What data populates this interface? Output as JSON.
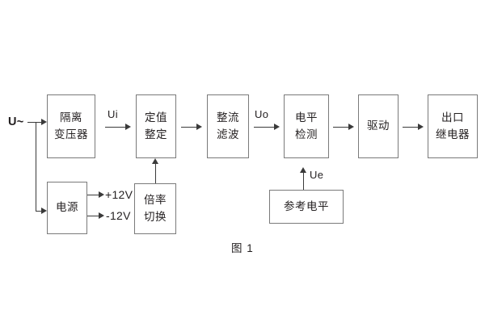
{
  "figure": {
    "caption": "图 1",
    "input_label": "U~",
    "colors": {
      "box_border": "#7a7a7a",
      "line": "#3a3a3a",
      "text": "#231f20",
      "background": "#ffffff"
    }
  },
  "blocks": [
    {
      "id": "isolation-transformer",
      "lines": [
        "隔离",
        "变压器"
      ]
    },
    {
      "id": "setting-value",
      "lines": [
        "定值",
        "整定"
      ]
    },
    {
      "id": "rectify-filter",
      "lines": [
        "整流",
        "滤波"
      ]
    },
    {
      "id": "level-detect",
      "lines": [
        "电平",
        "检测"
      ]
    },
    {
      "id": "drive",
      "lines": [
        "驱动"
      ]
    },
    {
      "id": "output-relay",
      "lines": [
        "出口",
        "继电器"
      ]
    },
    {
      "id": "power-supply",
      "lines": [
        "电源"
      ]
    },
    {
      "id": "multiplier-switch",
      "lines": [
        "倍率",
        "切换"
      ]
    },
    {
      "id": "reference-level",
      "lines": [
        "参考电平"
      ]
    }
  ],
  "signal_labels": {
    "ui": "Ui",
    "uo": "Uo",
    "ue": "Ue"
  },
  "power_rails": [
    {
      "id": "rail-pos-12v",
      "label": "+12V"
    },
    {
      "id": "rail-neg-12v",
      "label": "-12V"
    }
  ]
}
